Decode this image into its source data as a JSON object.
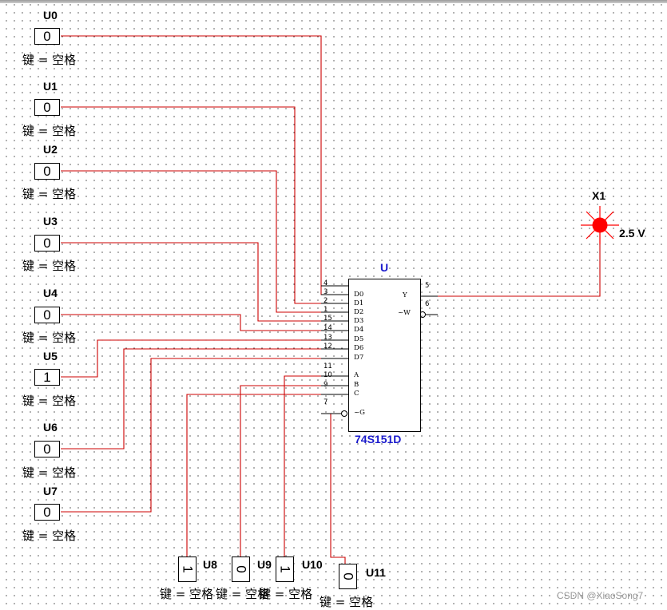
{
  "switches": [
    {
      "name": "U0",
      "value": "0",
      "key": "键 = 空格"
    },
    {
      "name": "U1",
      "value": "0",
      "key": "键 = 空格"
    },
    {
      "name": "U2",
      "value": "0",
      "key": "键 = 空格"
    },
    {
      "name": "U3",
      "value": "0",
      "key": "键 = 空格"
    },
    {
      "name": "U4",
      "value": "0",
      "key": "键 = 空格"
    },
    {
      "name": "U5",
      "value": "1",
      "key": "键 = 空格"
    },
    {
      "name": "U6",
      "value": "0",
      "key": "键 = 空格"
    },
    {
      "name": "U7",
      "value": "0",
      "key": "键 = 空格"
    }
  ],
  "select_switches": [
    {
      "name": "U8",
      "value": "1",
      "key": "键 = 空格"
    },
    {
      "name": "U9",
      "value": "0",
      "key": "键 = 空格"
    },
    {
      "name": "U10",
      "value": "1",
      "key": "键 = 空格"
    },
    {
      "name": "U11",
      "value": "0",
      "key": "键 = 空格"
    }
  ],
  "chip": {
    "ref": "U",
    "part": "74S151D",
    "left_pins": [
      {
        "num": "4",
        "label": "D0"
      },
      {
        "num": "3",
        "label": "D1"
      },
      {
        "num": "2",
        "label": "D2"
      },
      {
        "num": "1",
        "label": "D3"
      },
      {
        "num": "15",
        "label": "D4"
      },
      {
        "num": "14",
        "label": "D5"
      },
      {
        "num": "13",
        "label": "D6"
      },
      {
        "num": "12",
        "label": "D7"
      },
      {
        "num": "11",
        "label": "A"
      },
      {
        "num": "10",
        "label": "B"
      },
      {
        "num": "9",
        "label": "C"
      },
      {
        "num": "7",
        "label": "~G"
      }
    ],
    "right_pins": [
      {
        "num": "5",
        "label": "Y"
      },
      {
        "num": "6",
        "label": "~W"
      }
    ]
  },
  "probe": {
    "name": "X1",
    "voltage": "2.5 V",
    "color": "#ff0000"
  },
  "wire_color": "#cc0000",
  "watermark": "CSDN @XiaoSong7"
}
